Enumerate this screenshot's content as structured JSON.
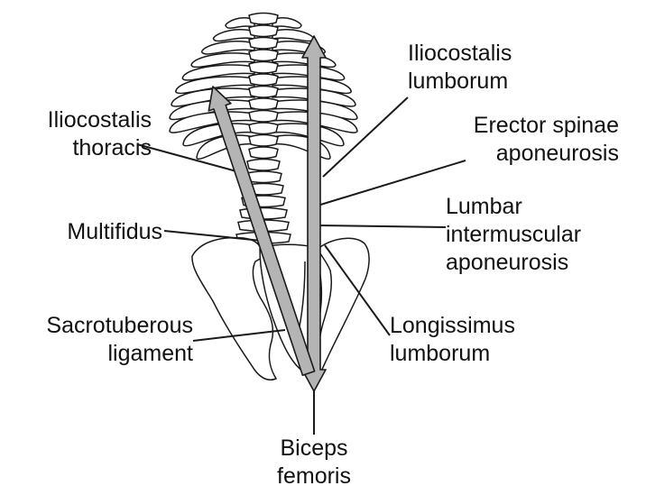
{
  "labels": {
    "iliocostalis_lumborum": [
      "Iliocostalis",
      "lumborum"
    ],
    "iliocostalis_thoracis": [
      "Iliocostalis",
      "thoracis"
    ],
    "erector_spinae_aponeurosis": [
      "Erector spinae",
      "aponeurosis"
    ],
    "multifidus": [
      "Multifidus"
    ],
    "lumbar_intermuscular_aponeurosis": [
      "Lumbar",
      "intermuscular",
      "aponeurosis"
    ],
    "sacrotuberous_ligament": [
      "Sacrotuberous",
      "ligament"
    ],
    "longissimus_lumborum": [
      "Longissimus",
      "lumborum"
    ],
    "biceps_femoris": [
      "Biceps",
      "femoris"
    ]
  },
  "colors": {
    "arrow_fill": "#b4b4b4",
    "outline": "#1a1a1a",
    "text": "#111111"
  }
}
